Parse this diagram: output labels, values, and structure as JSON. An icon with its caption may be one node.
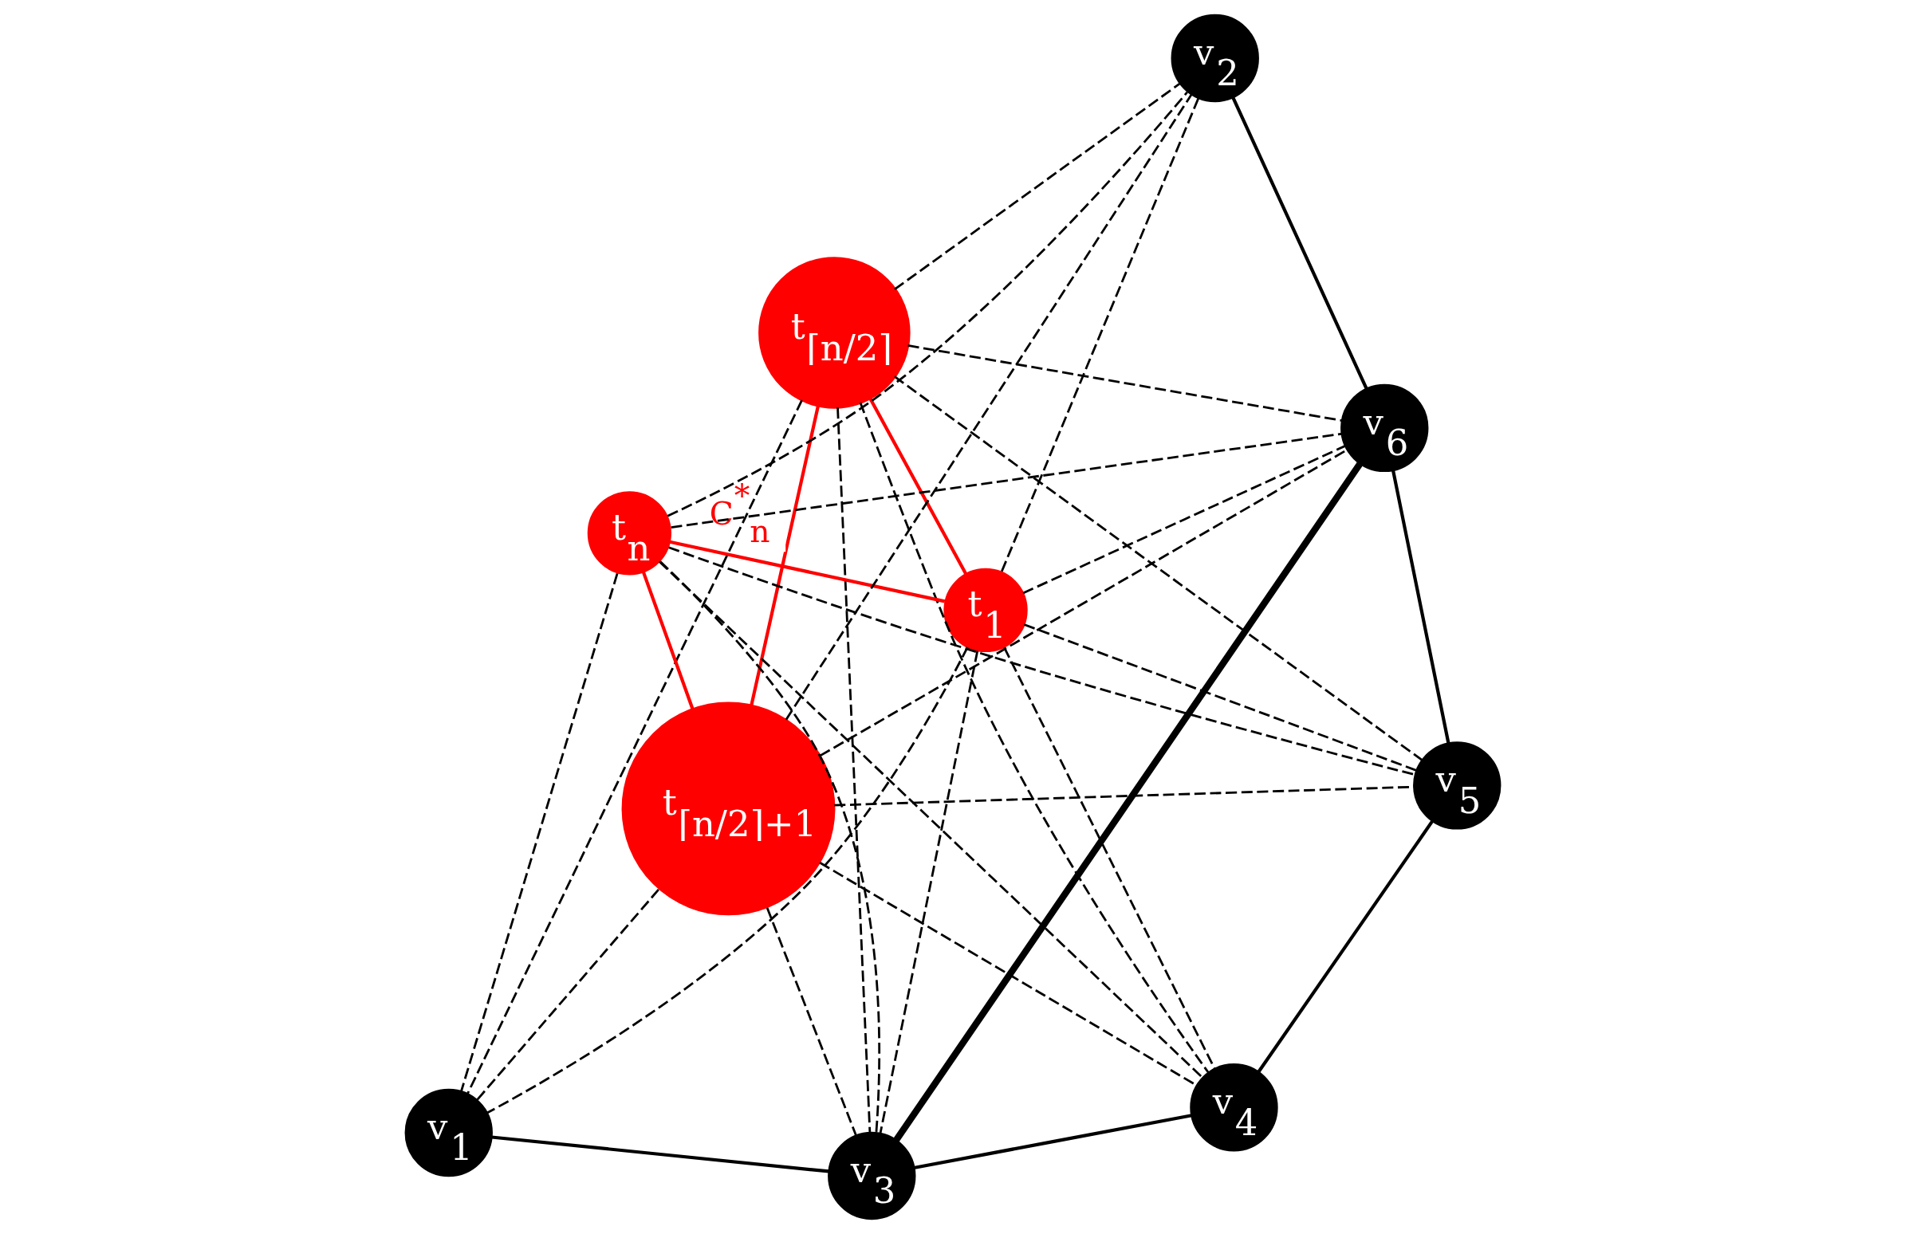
{
  "diagram": {
    "nodes": [
      {
        "text": [
          "v$_{6}$"
        ]
      },
      {
        "text": [
          "v$_{2}$"
        ]
      },
      {
        "text": [
          "v$_{5}$"
        ]
      },
      {
        "text": [
          "t$_{⌈n/2⌉}$"
        ]
      },
      {
        "text": [
          "t$_{1}$"
        ]
      },
      {
        "text": [
          "t$_{n}$"
        ]
      },
      {
        "text": [
          "t$_{⌈n/2⌉+1}$"
        ]
      },
      {
        "text": [
          "v$_{4}$"
        ]
      },
      {
        "text": [
          "v$_{1}$"
        ]
      },
      {
        "text": [
          "v$_{3}$"
        ]
      }
    ],
    "edges": [
      {
        "from": 0,
        "to": 1,
        "arrow": "none"
      },
      {
        "from": 0,
        "to": 2,
        "arrow": "none"
      },
      {
        "from": 2,
        "to": 7,
        "arrow": "none"
      },
      {
        "from": 7,
        "to": 9,
        "arrow": "none"
      },
      {
        "from": 8,
        "to": 9,
        "arrow": "none"
      },
      {
        "from": 0,
        "to": 9,
        "arrow": "none",
        "style": "thick"
      },
      {
        "from": 3,
        "to": 4,
        "arrow": "none",
        "color": "#ff0000"
      },
      {
        "from": 4,
        "to": 5,
        "arrow": "none",
        "color": "#ff0000"
      },
      {
        "from": 5,
        "to": 6,
        "arrow": "none",
        "color": "#ff0000"
      },
      {
        "from": 3,
        "to": 6,
        "arrow": "none",
        "color": "#ff0000",
        "label": "C$^{*}$$_{n}$"
      },
      {
        "from": 3,
        "to": 0,
        "arrow": "none",
        "style": "dashed"
      },
      {
        "from": 3,
        "to": 1,
        "arrow": "none",
        "style": "dashed"
      },
      {
        "from": 3,
        "to": 2,
        "arrow": "none",
        "style": "dashed"
      },
      {
        "from": 3,
        "to": 7,
        "arrow": "none",
        "style": "dashed"
      },
      {
        "from": 3,
        "to": 8,
        "arrow": "none",
        "style": "dashed"
      },
      {
        "from": 3,
        "to": 9,
        "arrow": "none",
        "style": "dashed"
      },
      {
        "from": 4,
        "to": 0,
        "arrow": "none",
        "style": "dashed"
      },
      {
        "from": 4,
        "to": 1,
        "arrow": "none",
        "style": "dashed"
      },
      {
        "from": 4,
        "to": 2,
        "arrow": "none",
        "style": "dashed"
      },
      {
        "from": 4,
        "to": 7,
        "arrow": "none",
        "style": "dashed"
      },
      {
        "from": 4,
        "to": 8,
        "arrow": "none",
        "style": "dashed"
      },
      {
        "from": 4,
        "to": 9,
        "arrow": "none",
        "style": "dashed"
      },
      {
        "from": 5,
        "to": 0,
        "arrow": "none",
        "style": "dashed"
      },
      {
        "from": 5,
        "to": 1,
        "arrow": "none",
        "style": "dashed"
      },
      {
        "from": 5,
        "to": 2,
        "arrow": "none",
        "style": "dashed"
      },
      {
        "from": 5,
        "to": 7,
        "arrow": "none",
        "style": "dashed"
      },
      {
        "from": 5,
        "to": 8,
        "arrow": "none",
        "style": "dashed"
      },
      {
        "from": 5,
        "to": 9,
        "arrow": "none",
        "style": "dashed"
      },
      {
        "from": 6,
        "to": 0,
        "arrow": "none",
        "style": "dashed"
      },
      {
        "from": 6,
        "to": 1,
        "arrow": "none",
        "style": "dashed"
      },
      {
        "from": 6,
        "to": 2,
        "arrow": "none",
        "style": "dashed"
      },
      {
        "from": 6,
        "to": 7,
        "arrow": "none",
        "style": "dashed"
      },
      {
        "from": 6,
        "to": 8,
        "arrow": "none",
        "style": "dashed"
      },
      {
        "from": 6,
        "to": 9,
        "arrow": "none",
        "style": "dashed"
      }
    ]
  }
}
